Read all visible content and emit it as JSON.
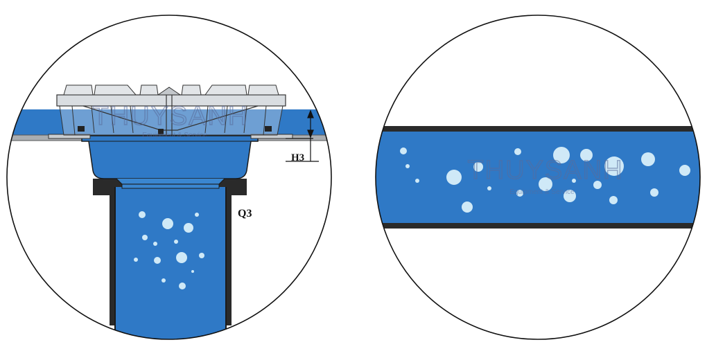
{
  "labels": {
    "height_marker": "H3",
    "flow_marker": "Q3"
  },
  "watermark": {
    "brand": "THUYSANH",
    "tagline": "Equipment & Service"
  },
  "colors": {
    "water": "#2f79c6",
    "water_dark": "#1f5fa8",
    "pipe_wall": "#2a2a2a",
    "grate": "#d9dde1",
    "floor": "#a9adb1",
    "bubble": "#cfe9f7",
    "outline": "#111111"
  },
  "icons": {
    "left_detail": "floor-drain-cross-section-icon",
    "right_detail": "horizontal-pipe-flow-icon"
  }
}
